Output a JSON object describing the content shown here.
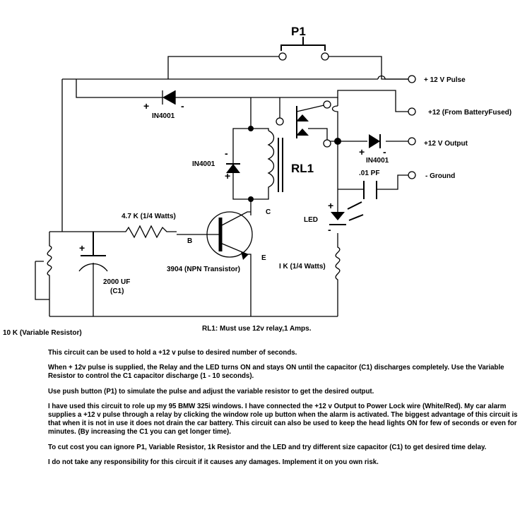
{
  "schematic": {
    "pushbutton": "P1",
    "diode_top": {
      "part": "IN4001",
      "plus": "+",
      "minus": "-"
    },
    "diode_relay": {
      "part": "IN4001",
      "plus": "+",
      "minus": "-"
    },
    "diode_output": {
      "part": "IN4001",
      "plus": "+",
      "minus": "-"
    },
    "relay": "RL1",
    "capacitor_small": ".01 PF",
    "led": {
      "label": "LED",
      "plus": "+",
      "minus": "-"
    },
    "resistor_base": "4.7 K (1/4 Watts)",
    "resistor_led": "I K (1/4 Watts)",
    "transistor": "3904 (NPN Transistor)",
    "pin_b": "B",
    "pin_c": "C",
    "pin_e": "E",
    "capacitor_big": {
      "value": "2000 UF",
      "name": "(C1)",
      "plus": "+"
    },
    "terminals": {
      "pulse": "+ 12 V Pulse",
      "battery": "+12 (From BatteryFused)",
      "output": "+12 V Output",
      "ground": "- Ground"
    }
  },
  "captions": {
    "variable_resistor": "10 K (Variable Resistor)",
    "relay_note": "RL1: Must use 12v relay,1 Amps."
  },
  "notes": [
    "This circuit can be used to hold a +12 v pulse to desired number of seconds.",
    "When + 12v pulse is supplied, the Relay and the LED turns ON and stays ON until the capacitor (C1) discharges completely. Use the Variable Resistor to control the C1 capacitor discharge (1 - 10 seconds).",
    "Use push button (P1) to simulate the pulse and adjust the variable resistor to get the desired output.",
    "I have used this circuit to role up my 95 BMW 325i windows. I have connected the +12 v Output to Power Lock wire (White/Red). My car alarm supplies a +12 v pulse through a relay by clicking the window role up button when the alarm is activated. The biggest advantage of this circuit is that when it is not in use it does not drain the car battery. This circuit can also be used to keep the head lights ON for few of seconds or even for minutes. (By increasing the C1 you can get longer time).",
    "To cut cost you can ignore P1, Variable Resistor, 1k Resistor and the LED and try different size capacitor (C1) to get desired time delay.",
    "I do not take any responsibility for this circuit if it causes any damages. Implement it on you own risk."
  ]
}
